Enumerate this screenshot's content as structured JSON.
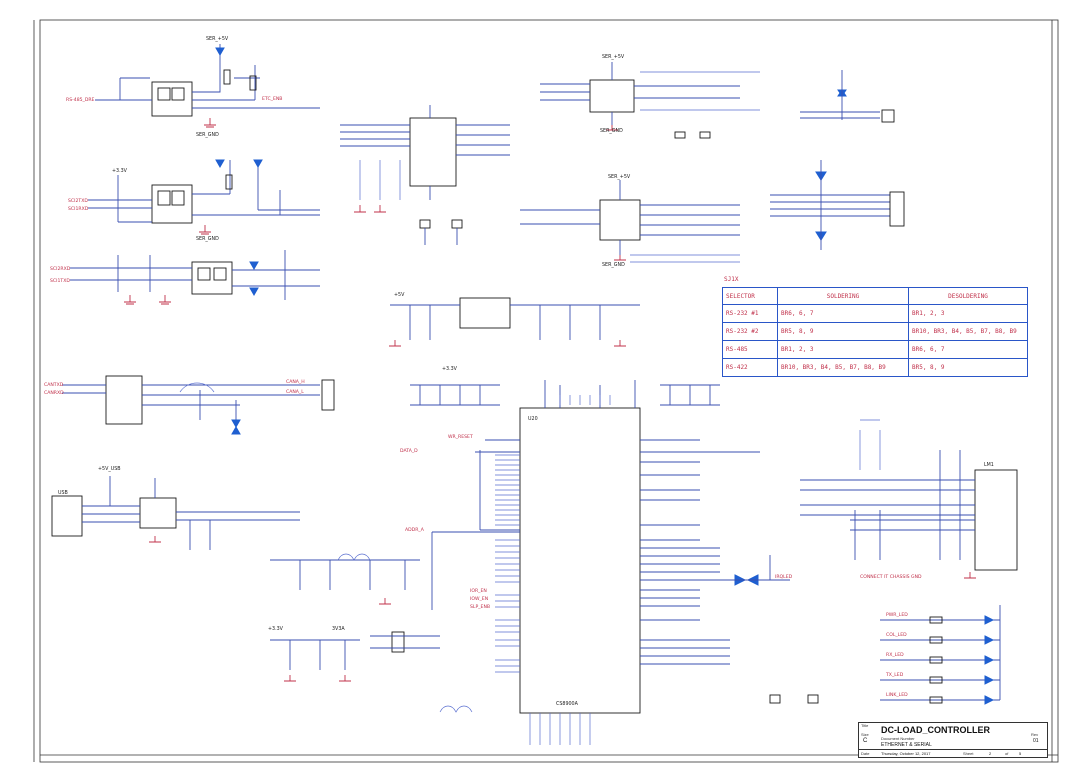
{
  "title_block": {
    "title": "DC-LOAD_CONTROLLER",
    "doc_label": "Document Number",
    "sheet_name": "ETHERNET & SERIAL",
    "size_label": "Size",
    "size": "C",
    "rev_label": "Rev",
    "rev": "01",
    "date_label": "Date",
    "date": "Thursday, October 12, 2017",
    "sheet_label": "Sheet",
    "sheet_num": "2",
    "of_label": "of",
    "sheet_total": "5",
    "file_label": "Title"
  },
  "jumper_table": {
    "caption": "SJ1X",
    "headers": [
      "SELECTOR",
      "SOLDERING",
      "DESOLDERING"
    ],
    "rows": [
      [
        "RS-232 #1",
        "BR6, 6, 7",
        "BR1, 2, 3"
      ],
      [
        "RS-232 #2",
        "BR5, 8, 9",
        "BR10, BR3, B4, B5, B7, B8, B9"
      ],
      [
        "RS-485",
        "BR1, 2, 3",
        "BR6, 6, 7"
      ],
      [
        "RS-422",
        "BR10, BR3, B4, B5, B7, B8, B9",
        "BR5, 8, 9"
      ]
    ]
  },
  "labels": {
    "u_main": "U20",
    "main_chip": "CS8900A",
    "u_ethernet_jack": "LM1",
    "ethernet_note": "CONNECT IT CHASSIS GND",
    "u_usb": "USB",
    "usb_net": "+5V_USB",
    "ser_gnd": "SER_GND",
    "ser_5v": "SER_+5V",
    "v33": "+3.3V",
    "v5": "+5V",
    "v33a": "3V3A",
    "can_h": "CANA_H",
    "can_l": "CANA_L",
    "irqled": "IRQLED"
  },
  "side_nets": {
    "left_top": [
      "RS-485_DRE",
      "ETC_ENB"
    ],
    "left_mid": [
      "SCI2TXD",
      "SCI1RXD"
    ],
    "left_low": [
      "SCI2RXD",
      "SCI1TXD"
    ],
    "can": [
      "CANTXD",
      "CANRXD"
    ],
    "bus": [
      "WR_RESET",
      "DATA_D",
      "ADDR_A",
      "IOR_EN",
      "IOW_EN",
      "SLP_ENB"
    ],
    "leds": [
      "PWR_LED",
      "COL_LED",
      "RX_LED",
      "TX_LED",
      "LINK_LED"
    ]
  },
  "colors": {
    "wire": "#3a4fb0",
    "net_label": "#c0304a",
    "led": "#1f5fd0",
    "table_border": "#2a56c8"
  }
}
